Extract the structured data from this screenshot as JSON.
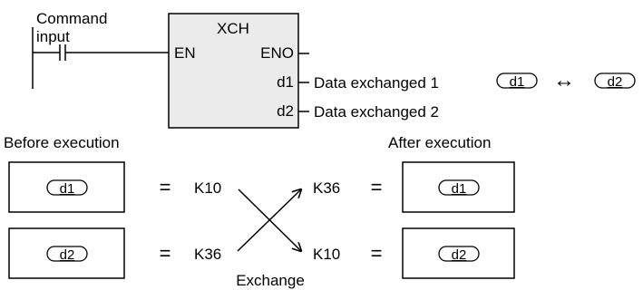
{
  "ladder": {
    "contact_label_line1": "Command",
    "contact_label_line2": "input",
    "instruction": "XCH",
    "pin_en": "EN",
    "pin_eno": "ENO",
    "pin_d1": "d1",
    "pin_d2": "d2",
    "operand_d1_desc": "Data exchanged 1",
    "operand_d2_desc": "Data exchanged 2",
    "swap_left": "d1",
    "swap_arrow": "↔",
    "swap_right": "d2"
  },
  "exchange": {
    "before_title": "Before execution",
    "after_title": "After execution",
    "before_d1": "d1",
    "before_d2": "d2",
    "after_d1": "d1",
    "after_d2": "d2",
    "equals": "=",
    "before_val_top": "K10",
    "before_val_bottom": "K36",
    "after_val_top": "K36",
    "after_val_bottom": "K10",
    "caption": "Exchange"
  },
  "colors": {
    "box_fill": "#ebebeb",
    "stroke": "#000000"
  }
}
